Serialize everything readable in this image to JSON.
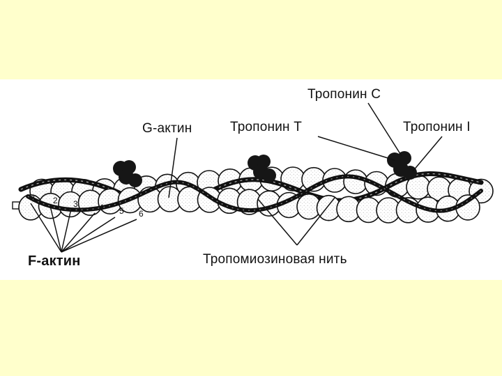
{
  "labels": {
    "troponin_c": "Тропонин C",
    "g_actin": "G-актин",
    "troponin_t": "Тропонин T",
    "troponin_i": "Тропонин I",
    "f_actin": "F-актин",
    "tropomyosin": "Тропомиозиновая нить"
  },
  "monomer_numbers": [
    "1",
    "2",
    "3",
    "4",
    "5",
    "6"
  ],
  "colors": {
    "slide_background": "#FFFFCC",
    "figure_background": "#FFFFFF",
    "ink": "#111111",
    "troponin": "#161616"
  }
}
